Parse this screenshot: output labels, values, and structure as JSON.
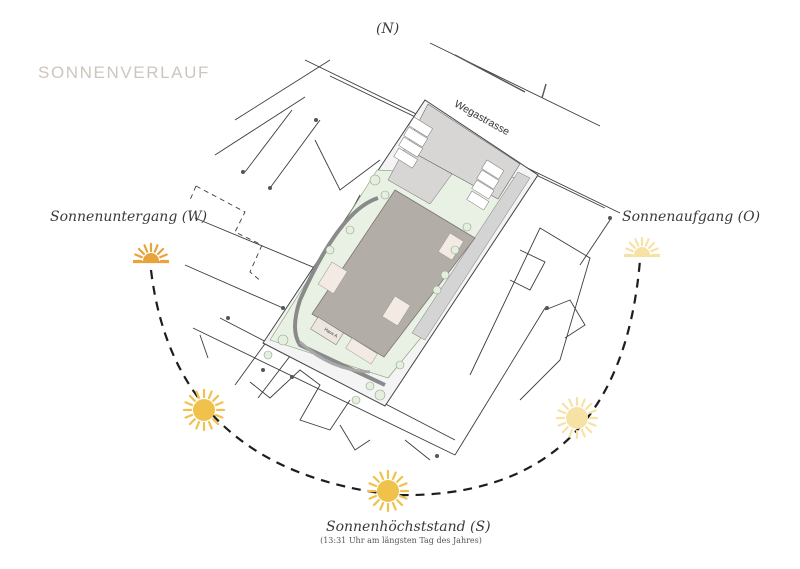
{
  "title": "SONNENVERLAUF",
  "compass": {
    "north": "(N)",
    "west": "Sonnenuntergang (W)",
    "east": "Sonnenaufgang (O)",
    "south": "Sonnenhöchststand (S)",
    "south_note": "(13:31 Uhr am längsten Tag des Jahres)"
  },
  "street_name": "Wegastrasse",
  "site_plan": {
    "house_label": "Haus A"
  },
  "colors": {
    "sun_west": "#e8a33d",
    "sun_mid": "#f1c24b",
    "sun_east": "#f7e2a6",
    "building": "#b3ada8",
    "lawn": "#e9f1e4"
  }
}
